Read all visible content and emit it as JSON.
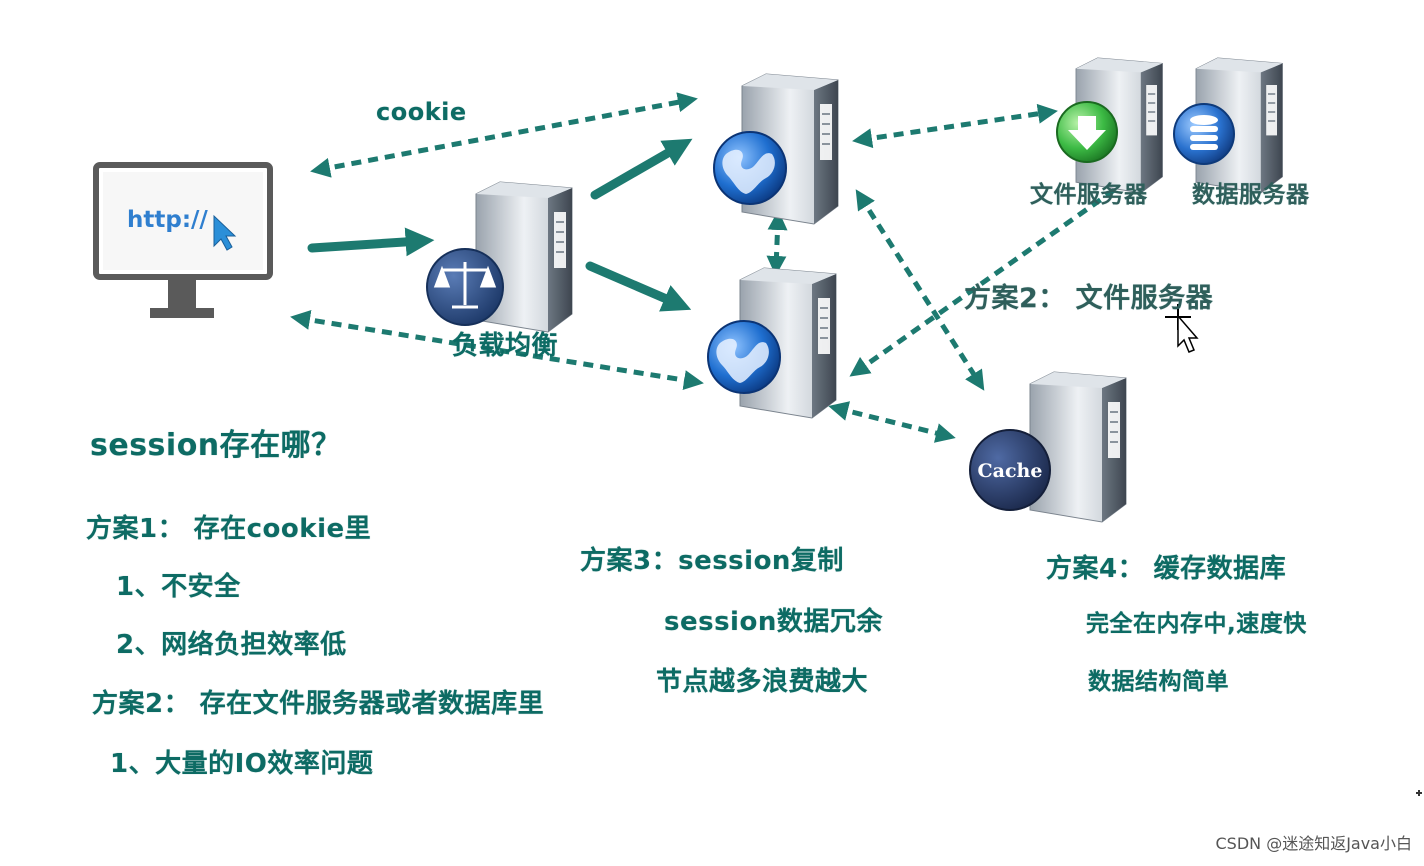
{
  "browser": {
    "url_text": "http://"
  },
  "labels": {
    "cookie": "cookie",
    "load_balancer": "负载均衡",
    "file_server": "文件服务器",
    "data_server": "数据服务器",
    "plan2_file": "方案2： 文件服务器",
    "cache": "Cache"
  },
  "notes": {
    "question": "session存在哪？",
    "plan1": "方案1： 存在cookie里",
    "plan1_item1": "1、不安全",
    "plan1_item2": "2、网络负担效率低",
    "plan2": "方案2： 存在文件服务器或者数据库里",
    "plan2_item1": "1、大量的IO效率问题",
    "plan3": "方案3：session复制",
    "plan3_item1": "session数据冗余",
    "plan3_item2": "节点越多浪费越大",
    "plan4": "方案4： 缓存数据库",
    "plan4_item1": "完全在内存中,速度快",
    "plan4_item2": "数据结构简单"
  },
  "watermark": "CSDN @迷途知返Java小白",
  "colors": {
    "teal": "#0d6b64",
    "arrow": "#1d7a70",
    "globe": "#1f6fd0",
    "scale": "#2b4e84",
    "cache": "#2f4473",
    "green": "#2fb340"
  }
}
